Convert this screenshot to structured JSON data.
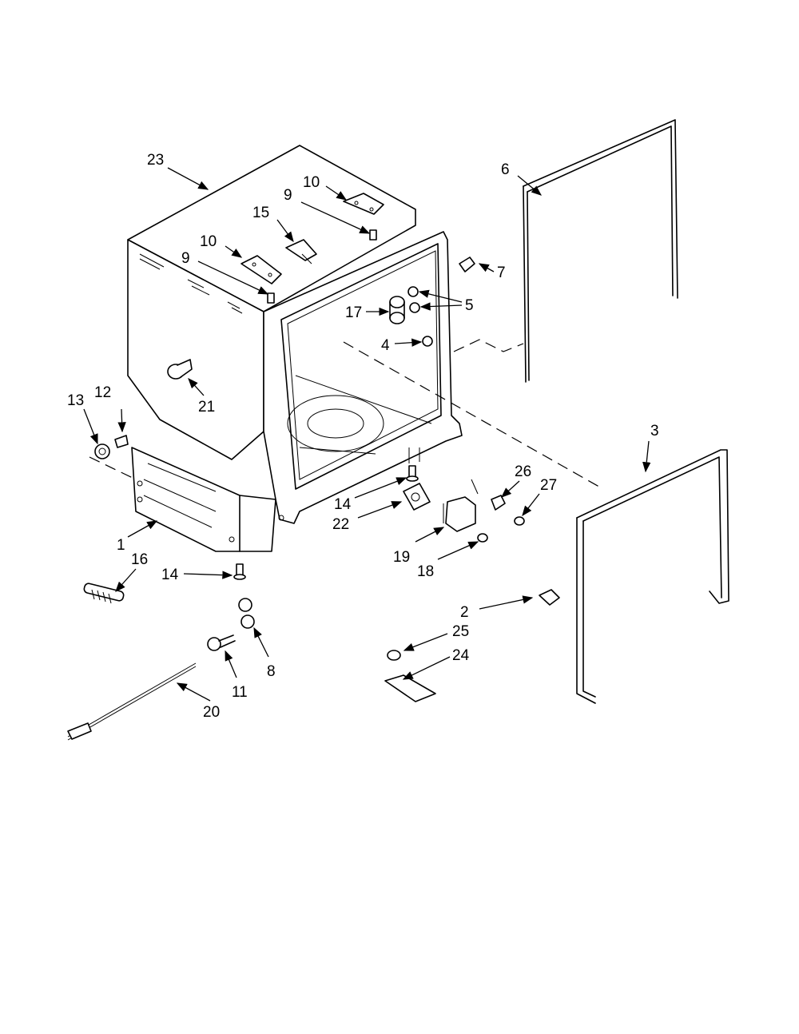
{
  "callouts": {
    "c1": "1",
    "c2": "2",
    "c3": "3",
    "c4": "4",
    "c5": "5",
    "c6": "6",
    "c7": "7",
    "c8": "8",
    "c9a": "9",
    "c9b": "9",
    "c10a": "10",
    "c10b": "10",
    "c11": "11",
    "c12": "12",
    "c13": "13",
    "c14a": "14",
    "c14b": "14",
    "c15": "15",
    "c16": "16",
    "c17": "17",
    "c18": "18",
    "c19": "19",
    "c20": "20",
    "c21": "21",
    "c22": "22",
    "c23": "23",
    "c24": "24",
    "c25": "25",
    "c26": "26",
    "c27": "27"
  }
}
